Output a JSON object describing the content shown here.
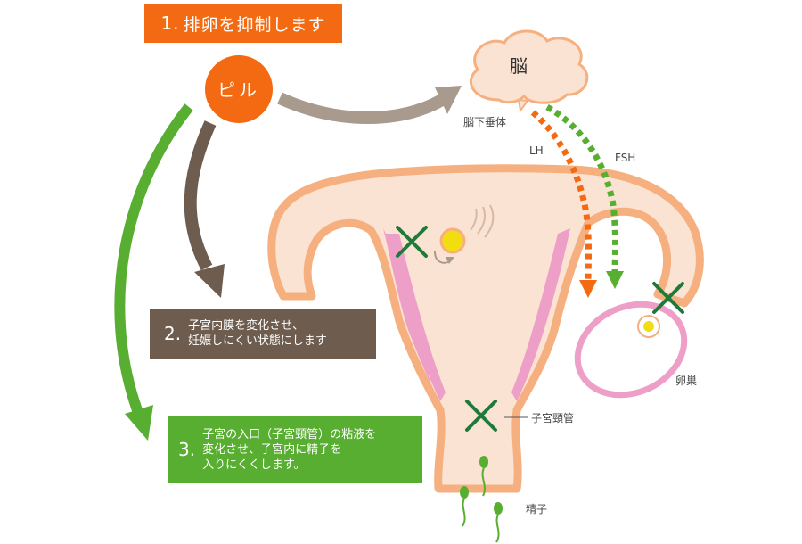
{
  "step1": {
    "number": "1.",
    "text": "排卵を抑制します"
  },
  "pill": {
    "label": "ピル"
  },
  "step2": {
    "number": "2.",
    "text": "子宮内膜を変化させ、\n妊娠しにくい状態にします"
  },
  "step3": {
    "number": "3.",
    "text": "子宮の入口（子宮頸管）の粘液を\n変化させ、子宮内に精子を\n入りにくくします。"
  },
  "labels": {
    "brain": "脳",
    "pituitary": "脳下垂体",
    "lh": "LH",
    "fsh": "FSH",
    "ovary": "卵巣",
    "cervix": "子宮頸管",
    "sperm": "精子"
  },
  "colors": {
    "orange": "#f46a12",
    "brown": "#6e5d4f",
    "green": "#58ae31",
    "arrow_gray": "#a89a8c",
    "uterus_fill": "#fbe3d3",
    "uterus_outline": "#f6b07f",
    "endometrium": "#ee9fc8"
  }
}
